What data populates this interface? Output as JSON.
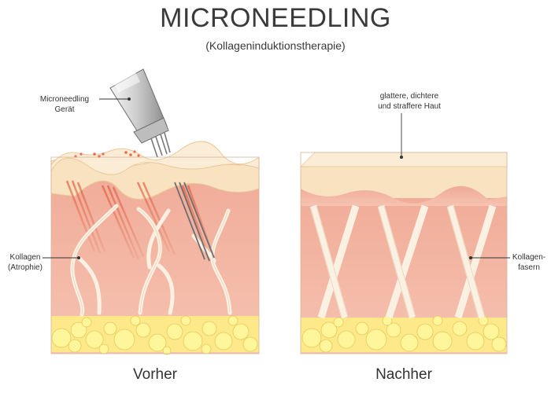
{
  "title": "MICRONEEDLING",
  "subtitle": "(Kollageninduktionstherapie)",
  "labels": {
    "device_line1": "Microneedling",
    "device_line2": "Gerät",
    "collagen_before_line1": "Kollagen",
    "collagen_before_line2": "(Atrophie)",
    "skin_after_line1": "glattere, dichtere",
    "skin_after_line2": "und straffere Haut",
    "collagen_after_line1": "Kollagen-",
    "collagen_after_line2": "fasern"
  },
  "panels": {
    "before": "Vorher",
    "after": "Nachher"
  },
  "colors": {
    "epidermis": "#f8e2bf",
    "dermis": "#f3b9a4",
    "fat": "#fff176",
    "fiber": "#fbf1e2",
    "needle_red": "#e2583f",
    "device": "#9e9e9e"
  }
}
